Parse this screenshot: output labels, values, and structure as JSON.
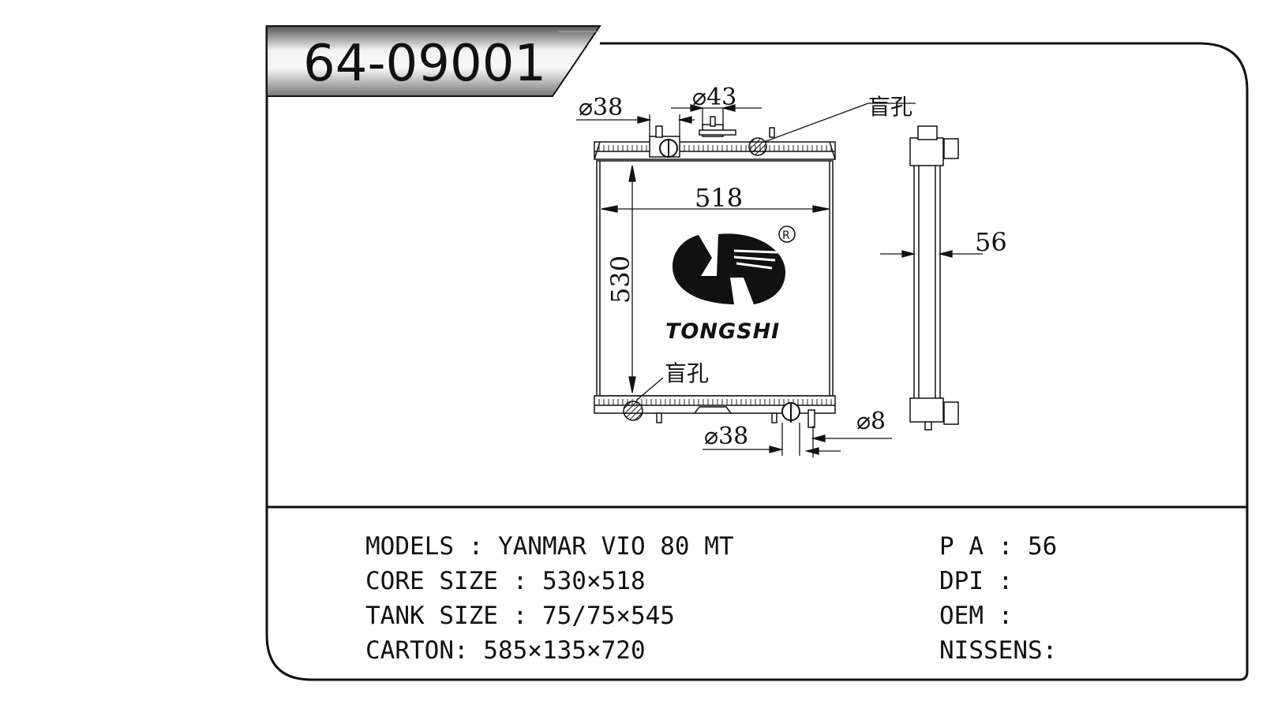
{
  "part_number": "64-09001",
  "drawing": {
    "front": {
      "inlet_top_label": "⌀38",
      "cap_label": "⌀43",
      "blind_hole_top": "盲孔",
      "width_label": "518",
      "height_label": "530",
      "blind_hole_bottom": "盲孔",
      "outlet_bottom_label": "⌀38",
      "drain_label": "⌀8"
    },
    "side": {
      "depth_label": "56"
    }
  },
  "logo": {
    "brand": "TONGSHI",
    "registered_mark": "R"
  },
  "specs": {
    "models": "MODELS : YANMAR VIO 80 MT",
    "core_size": "CORE SIZE : 530×518",
    "tank_size": "TANK SIZE : 75/75×545",
    "carton": "CARTON: 585×135×720",
    "pa": "P A : 56",
    "dpi": "DPI :",
    "oem": "OEM :",
    "nissens": "NISSENS:"
  }
}
